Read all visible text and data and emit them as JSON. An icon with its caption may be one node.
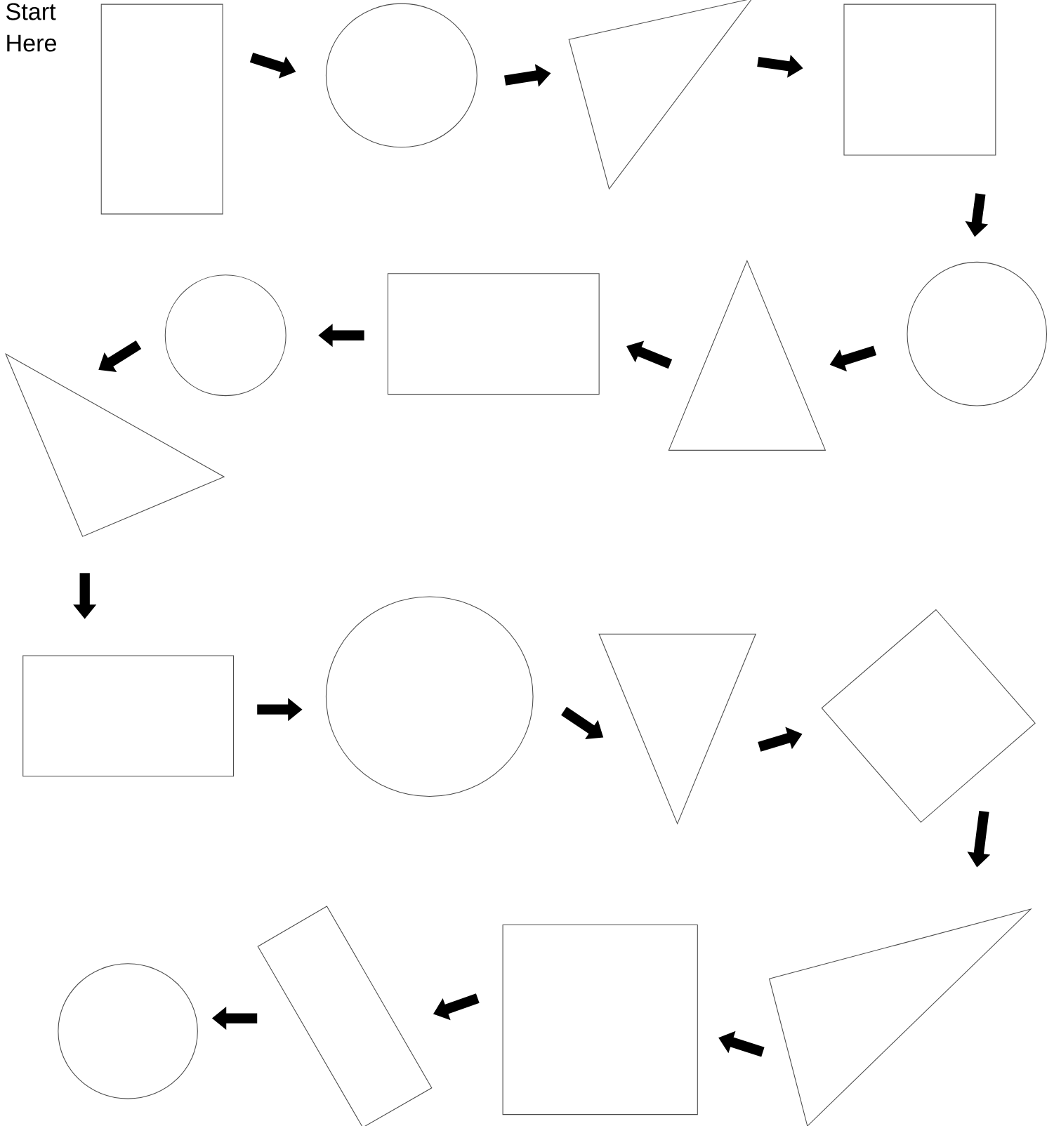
{
  "diagram": {
    "nodes": [
      {
        "text": [],
        "shape": "box"
      },
      {
        "text": [],
        "shape": "circle"
      },
      {
        "text": [],
        "shape": "triangle"
      },
      {
        "text": [],
        "shape": "box"
      },
      {
        "text": [],
        "shape": "circle"
      },
      {
        "text": [],
        "shape": "triangle"
      },
      {
        "text": [],
        "shape": "box"
      },
      {
        "text": [],
        "shape": "circle"
      },
      {
        "text": [],
        "shape": "triangle"
      },
      {
        "text": [],
        "shape": "box"
      },
      {
        "text": [],
        "shape": "circle"
      },
      {
        "text": [],
        "shape": "triangle"
      },
      {
        "text": [],
        "shape": "diamond"
      },
      {
        "text": [],
        "shape": "triangle"
      },
      {
        "text": [],
        "shape": "box"
      },
      {
        "text": [],
        "shape": "box"
      },
      {
        "text": [],
        "shape": "circle"
      }
    ],
    "edges": [
      {
        "from": 0,
        "to": 1,
        "arrow": "to"
      },
      {
        "from": 1,
        "to": 2,
        "arrow": "to"
      },
      {
        "from": 2,
        "to": 3,
        "arrow": "to"
      },
      {
        "from": 3,
        "to": 4,
        "arrow": "to"
      },
      {
        "from": 4,
        "to": 5,
        "arrow": "to"
      },
      {
        "from": 5,
        "to": 6,
        "arrow": "to"
      },
      {
        "from": 6,
        "to": 7,
        "arrow": "to"
      },
      {
        "from": 7,
        "to": 8,
        "arrow": "to"
      },
      {
        "from": 8,
        "to": 9,
        "arrow": "to"
      },
      {
        "from": 9,
        "to": 10,
        "arrow": "to"
      },
      {
        "from": 10,
        "to": 11,
        "arrow": "to"
      },
      {
        "from": 11,
        "to": 12,
        "arrow": "to"
      },
      {
        "from": 12,
        "to": 13,
        "arrow": "to"
      },
      {
        "from": 13,
        "to": 14,
        "arrow": "to"
      },
      {
        "from": 14,
        "to": 15,
        "arrow": "to"
      },
      {
        "from": 15,
        "to": 16,
        "arrow": "to"
      }
    ],
    "labels": [
      "Start Here"
    ]
  }
}
